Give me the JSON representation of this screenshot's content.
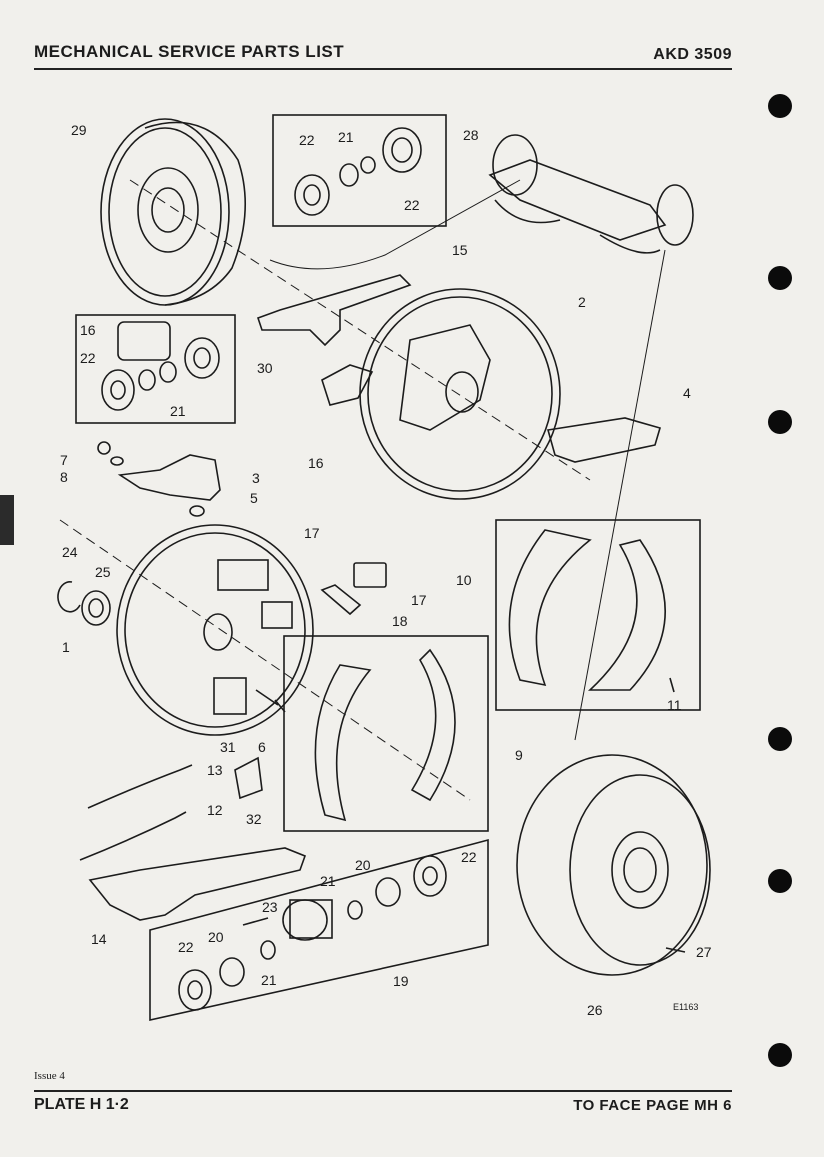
{
  "header": {
    "title": "MECHANICAL SERVICE PARTS LIST",
    "doc_number": "AKD 3509"
  },
  "footer": {
    "issue": "Issue 4",
    "plate": "PLATE H 1·2",
    "face_page": "TO FACE PAGE MH 6"
  },
  "drawing": {
    "ref_code": "E1163",
    "callouts": {
      "c1": "1",
      "c2": "2",
      "c3": "3",
      "c4": "4",
      "c5": "5",
      "c6": "6",
      "c7": "7",
      "c8": "8",
      "c9": "9",
      "c10": "10",
      "c11": "11",
      "c12": "12",
      "c13": "13",
      "c14": "14",
      "c15": "15",
      "c16a": "16",
      "c16b": "16",
      "c17a": "17",
      "c17b": "17",
      "c18": "18",
      "c19": "19",
      "c20a": "20",
      "c20b": "20",
      "c21a": "21",
      "c21b": "21",
      "c21c": "21",
      "c21d": "21",
      "c22a": "22",
      "c22b": "22",
      "c22c": "22",
      "c22d": "22",
      "c22e": "22",
      "c23": "23",
      "c24": "24",
      "c25": "25",
      "c26": "26",
      "c27": "27",
      "c28": "28",
      "c29": "29",
      "c30": "30",
      "c31": "31",
      "c32": "32"
    }
  }
}
